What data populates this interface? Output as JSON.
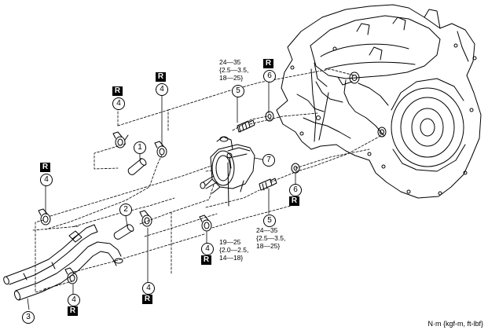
{
  "reuse_mark": "R",
  "units": "N·m {kgf-m, ft-lbf}",
  "torque_specs": {
    "bolt_upper": [
      "24—35",
      "{2.5—3.5,",
      "18—25}"
    ],
    "bolt_lower": [
      "24—35",
      "{2.5—3.5,",
      "18—25}"
    ],
    "oil_cooler": [
      "19—25",
      "{2.0—2.5,",
      "14—18}"
    ]
  },
  "callouts": {
    "c1": "1",
    "c2": "2",
    "c3": "3",
    "c4a": "4",
    "c4b": "4",
    "c4c": "4",
    "c4d": "4",
    "c4e": "4",
    "c4f": "4",
    "c5a": "5",
    "c5b": "5",
    "c6a": "6",
    "c6b": "6",
    "c7": "7"
  }
}
